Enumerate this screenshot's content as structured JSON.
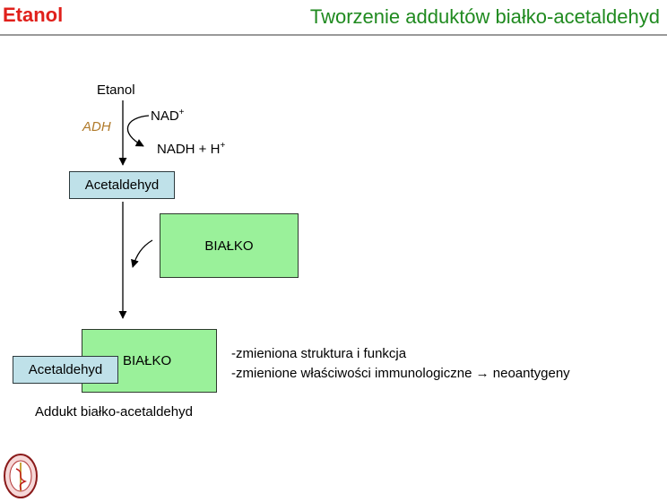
{
  "header": {
    "left_title": "Etanol",
    "right_title": "Tworzenie adduktów białko-acetaldehyd"
  },
  "diagram": {
    "substrate": "Etanol",
    "enzyme": "ADH",
    "cofactor_in": "NAD",
    "cofactor_in_sup": "+",
    "cofactor_out": "NADH + H",
    "cofactor_out_sup": "+",
    "product": "Acetaldehyd",
    "protein": "BIAŁKO",
    "adduct_protein": "BIAŁKO",
    "adduct_acetaldehyde": "Acetaldehyd",
    "adduct_caption": "Addukt białko-acetaldehyd",
    "effects": [
      "-zmieniona struktura i funkcja",
      "-zmienione właściwości immunologiczne",
      "neoantygeny"
    ]
  },
  "colors": {
    "left_title": "#e0201b",
    "right_title": "#1f8a1f",
    "acetaldehyde_box": "#bfe1e9",
    "protein_box": "#9af19a",
    "enzyme_text": "#b07a2a"
  }
}
